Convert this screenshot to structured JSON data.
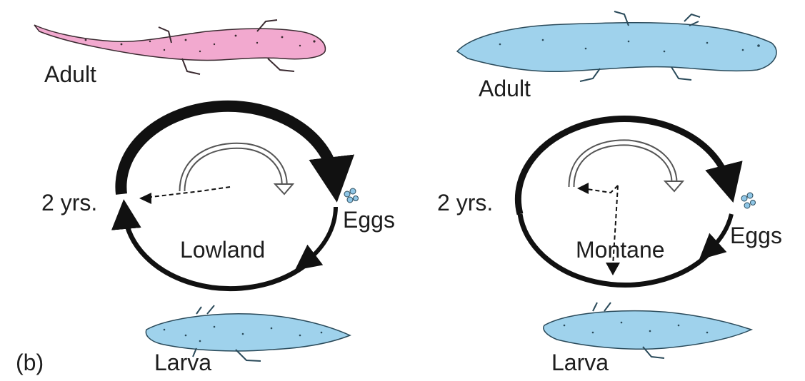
{
  "figure_label": "(b)",
  "panels": [
    {
      "habitat": "Lowland",
      "adult_label": "Adult",
      "eggs_label": "Eggs",
      "larva_label": "Larva",
      "time_label": "2 yrs.",
      "adult_color": "#f2a9cf",
      "larva_color": "#9fd2ec"
    },
    {
      "habitat": "Montane",
      "adult_label": "Adult",
      "eggs_label": "Eggs",
      "larva_label": "Larva",
      "time_label": "2 yrs.",
      "adult_color": "#9fd2ec",
      "larva_color": "#9fd2ec"
    }
  ],
  "colors": {
    "ink": "#111111",
    "egg": "#8fc6e6"
  }
}
